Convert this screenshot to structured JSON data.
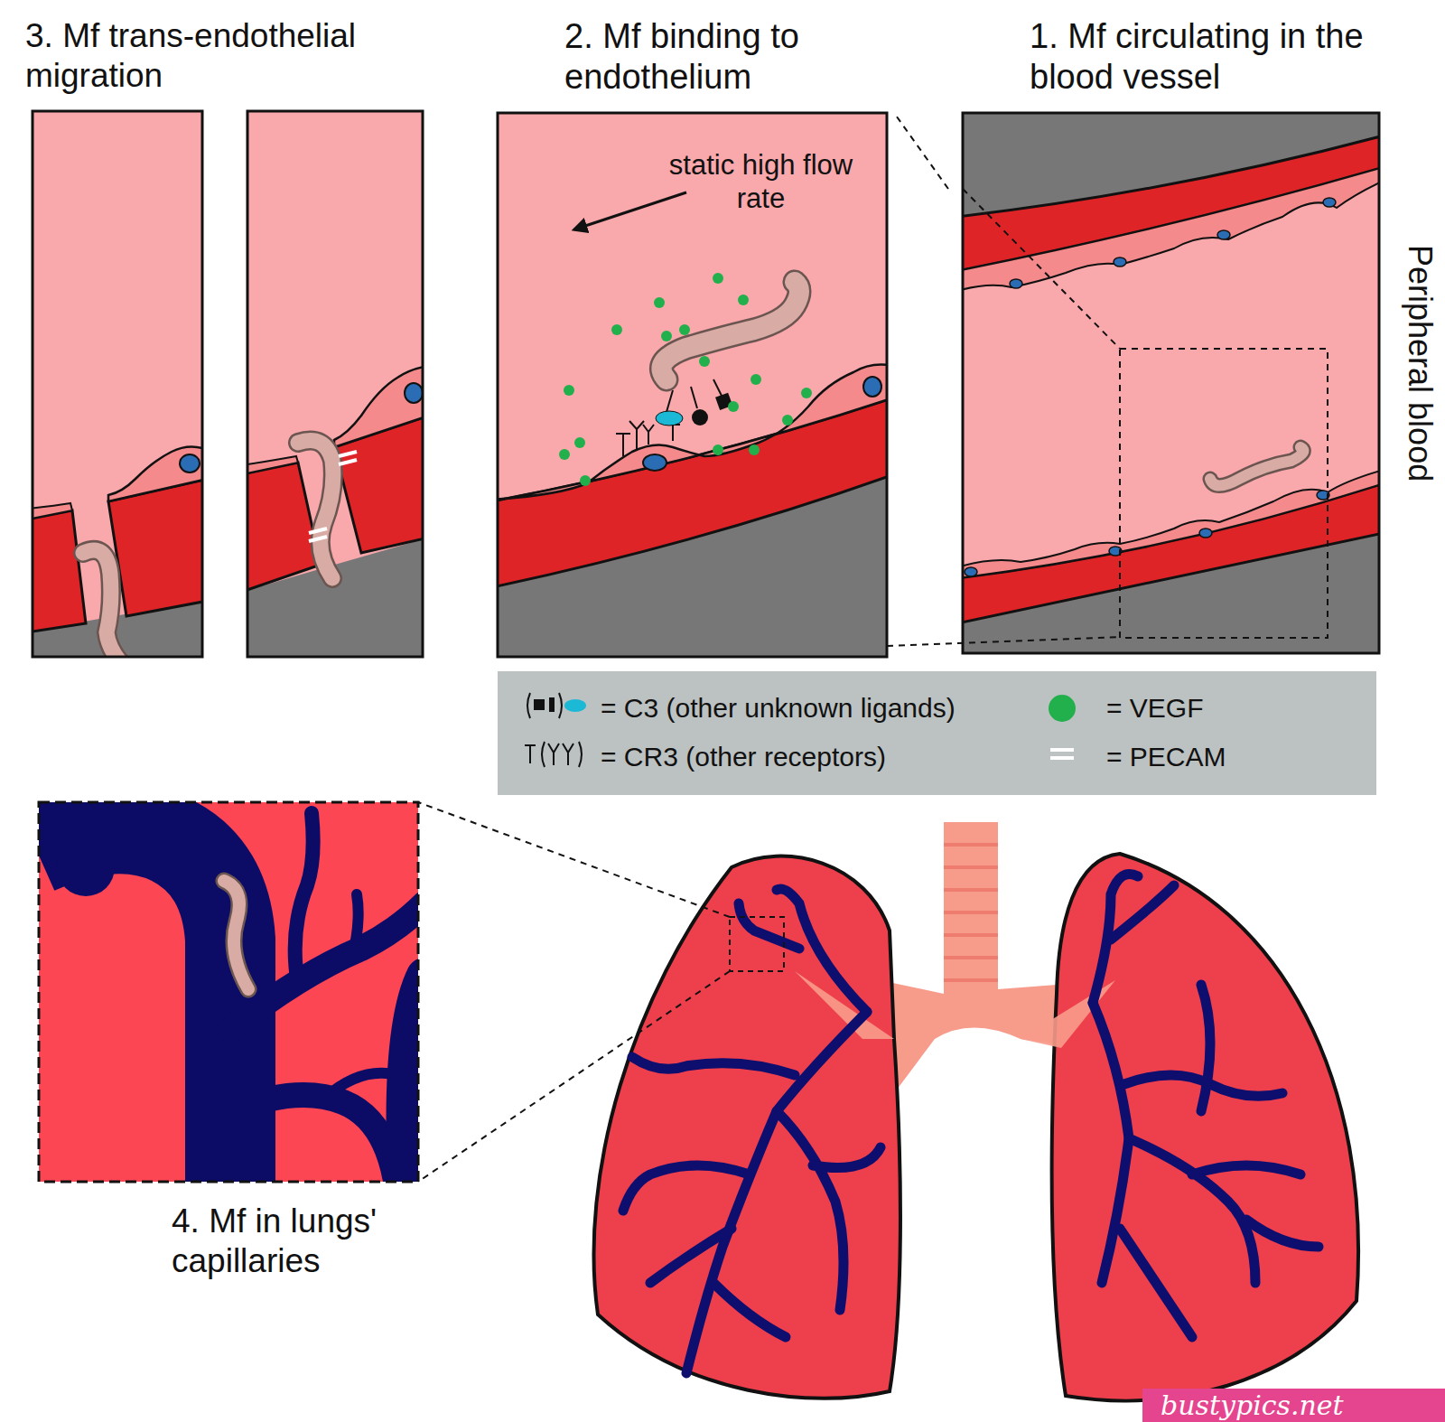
{
  "diagram": {
    "nodes": [
      {
        "text": [
          "1. Mf circulating in the blood vessel"
        ]
      },
      {
        "text": [
          "2. Mf binding to endothelium",
          "static high flow rate"
        ]
      },
      {
        "text": [
          "3. Mf trans-endothelial migration"
        ]
      },
      {
        "text": [
          "4. Mf in lungs' capillaries"
        ]
      }
    ],
    "edges": [
      {
        "from": 0,
        "to": 1,
        "arrow": "none"
      }
    ],
    "labels": [
      "Peripheral blood",
      "bustypics.net"
    ],
    "legend": [
      {
        "text": "= C3 (other unknown ligands)"
      },
      {
        "text": "= VEGF",
        "color": "#21b04b"
      },
      {
        "text": "= CR3 (other receptors)"
      },
      {
        "text": "= PECAM"
      }
    ]
  }
}
